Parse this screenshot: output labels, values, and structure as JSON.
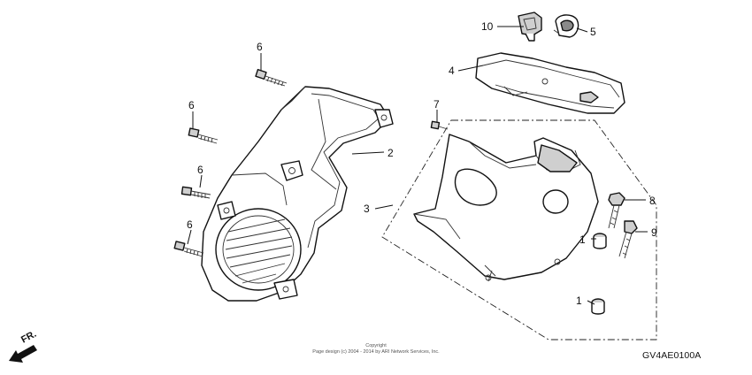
{
  "callouts": {
    "c10": "10",
    "c5": "5",
    "c4": "4",
    "c7": "7",
    "c2": "2",
    "c3": "3",
    "c8": "8",
    "c9": "9",
    "c1a": "1",
    "c1b": "1",
    "c6a": "6",
    "c6b": "6",
    "c6c": "6",
    "c6d": "6"
  },
  "front_label": "FR.",
  "copyright": {
    "line1": "Copyright",
    "line2": "Page design (c) 2004 - 2014 by ARI Network Services, Inc."
  },
  "diagram_code": "GV4AE0100A"
}
